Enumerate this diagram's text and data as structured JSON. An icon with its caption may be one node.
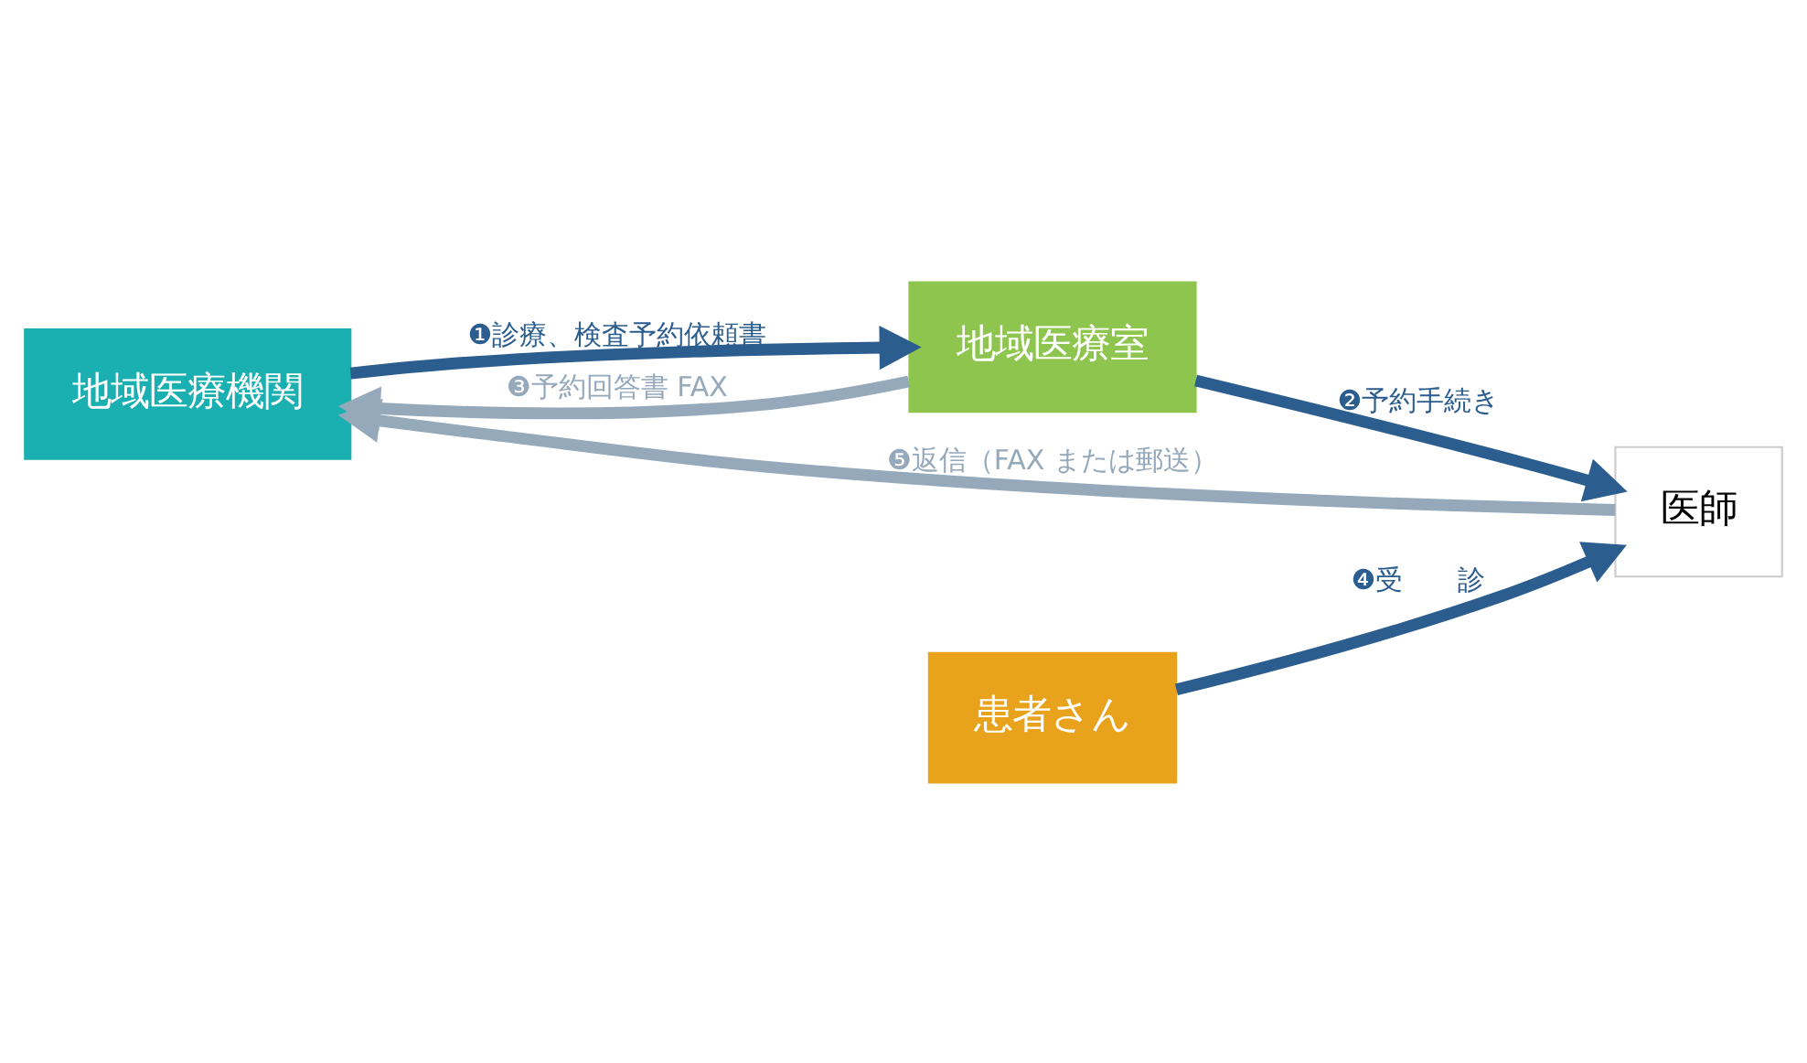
{
  "diagram": {
    "nodes": [
      {
        "text": [
          "地域医療機関"
        ]
      },
      {
        "text": [
          "地域医療室"
        ]
      },
      {
        "text": [
          "医師"
        ]
      },
      {
        "text": [
          "患者さん"
        ]
      }
    ],
    "edges": [
      {
        "from": 0,
        "to": 1,
        "arrow": "to",
        "label": "❶診療、検査予約依頼書"
      },
      {
        "from": 1,
        "to": 2,
        "arrow": "to",
        "label": "❷予約手続き"
      },
      {
        "from": 1,
        "to": 0,
        "arrow": "to",
        "label": "❸予約回答書 FAX",
        "color": "#95a9bb"
      },
      {
        "from": 3,
        "to": 2,
        "arrow": "to",
        "label": "❹受　　診"
      },
      {
        "from": 2,
        "to": 0,
        "arrow": "to",
        "label": "❺返信（FAX または郵送）",
        "color": "#95a9bb"
      }
    ]
  }
}
